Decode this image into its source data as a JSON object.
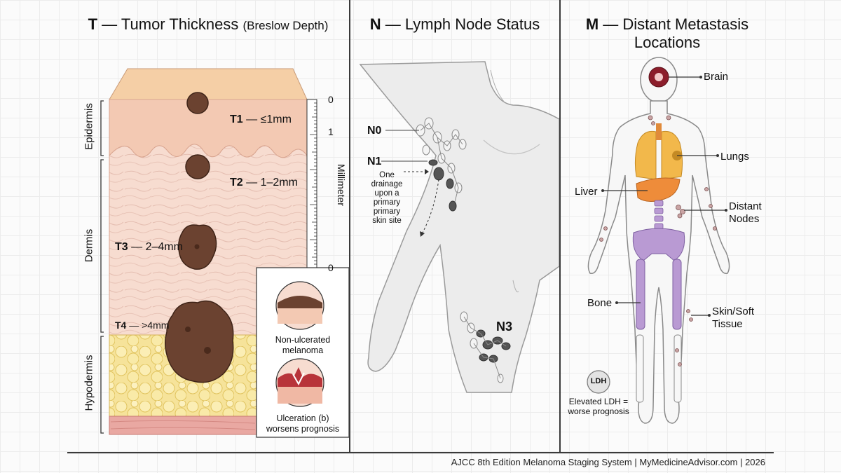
{
  "panel_t": {
    "title_letter": "T",
    "title_dash": " — ",
    "title_main": "Tumor Thickness",
    "title_sub": "(Breslow Depth)",
    "layers": [
      "Epidermis",
      "Dermis",
      "Hypodermis"
    ],
    "stages": [
      {
        "code": "T1",
        "desc": " — ≤1mm"
      },
      {
        "code": "T2",
        "desc": " — 1–2mm"
      },
      {
        "code": "T3",
        "desc": " — 2–4mm"
      },
      {
        "code": "T4",
        "desc": " — >4mm"
      }
    ],
    "ruler_label": "Millimeter",
    "ruler_ticks": [
      "0",
      "1",
      "0"
    ],
    "inset_non_ulcerated": [
      "Non-ulcerated",
      "melanoma"
    ],
    "inset_ulceration": [
      "Ulceration (b)",
      "worsens prognosis"
    ]
  },
  "panel_n": {
    "title_letter": "N",
    "title_dash": " — ",
    "title_main": "Lymph Node Status",
    "labels": [
      "N0",
      "N1",
      "N3"
    ],
    "n1_note": [
      "One",
      "drainage",
      "upon a",
      "primary",
      "primary",
      "skin site"
    ]
  },
  "panel_m": {
    "title_letter": "M",
    "title_dash": " — ",
    "title_main": "Distant Metastasis",
    "title_line2": "Locations",
    "sites": [
      "Brain",
      "Lungs",
      "Liver",
      "Distant",
      "Nodes",
      "Bone",
      "Skin/Soft",
      "Tissue"
    ],
    "ldh_badge": "LDH",
    "ldh_note": [
      "Elevated LDH =",
      "worse prognosis"
    ]
  },
  "footer": "AJCC 8th Edition Melanoma Staging System | MyMedicineAdvisor.com | 2026",
  "colors": {
    "skin_top": "#f5cfa6",
    "epidermis": "#f3c9b3",
    "dermis": "#f7dcd0",
    "hypodermis": "#f6e39a",
    "tumor": "#6b4230",
    "lungs": "#f2b84b",
    "liver": "#ee8c3a",
    "bone": "#b99ad3",
    "brain": "#8c1d2b",
    "node": "#555555"
  }
}
